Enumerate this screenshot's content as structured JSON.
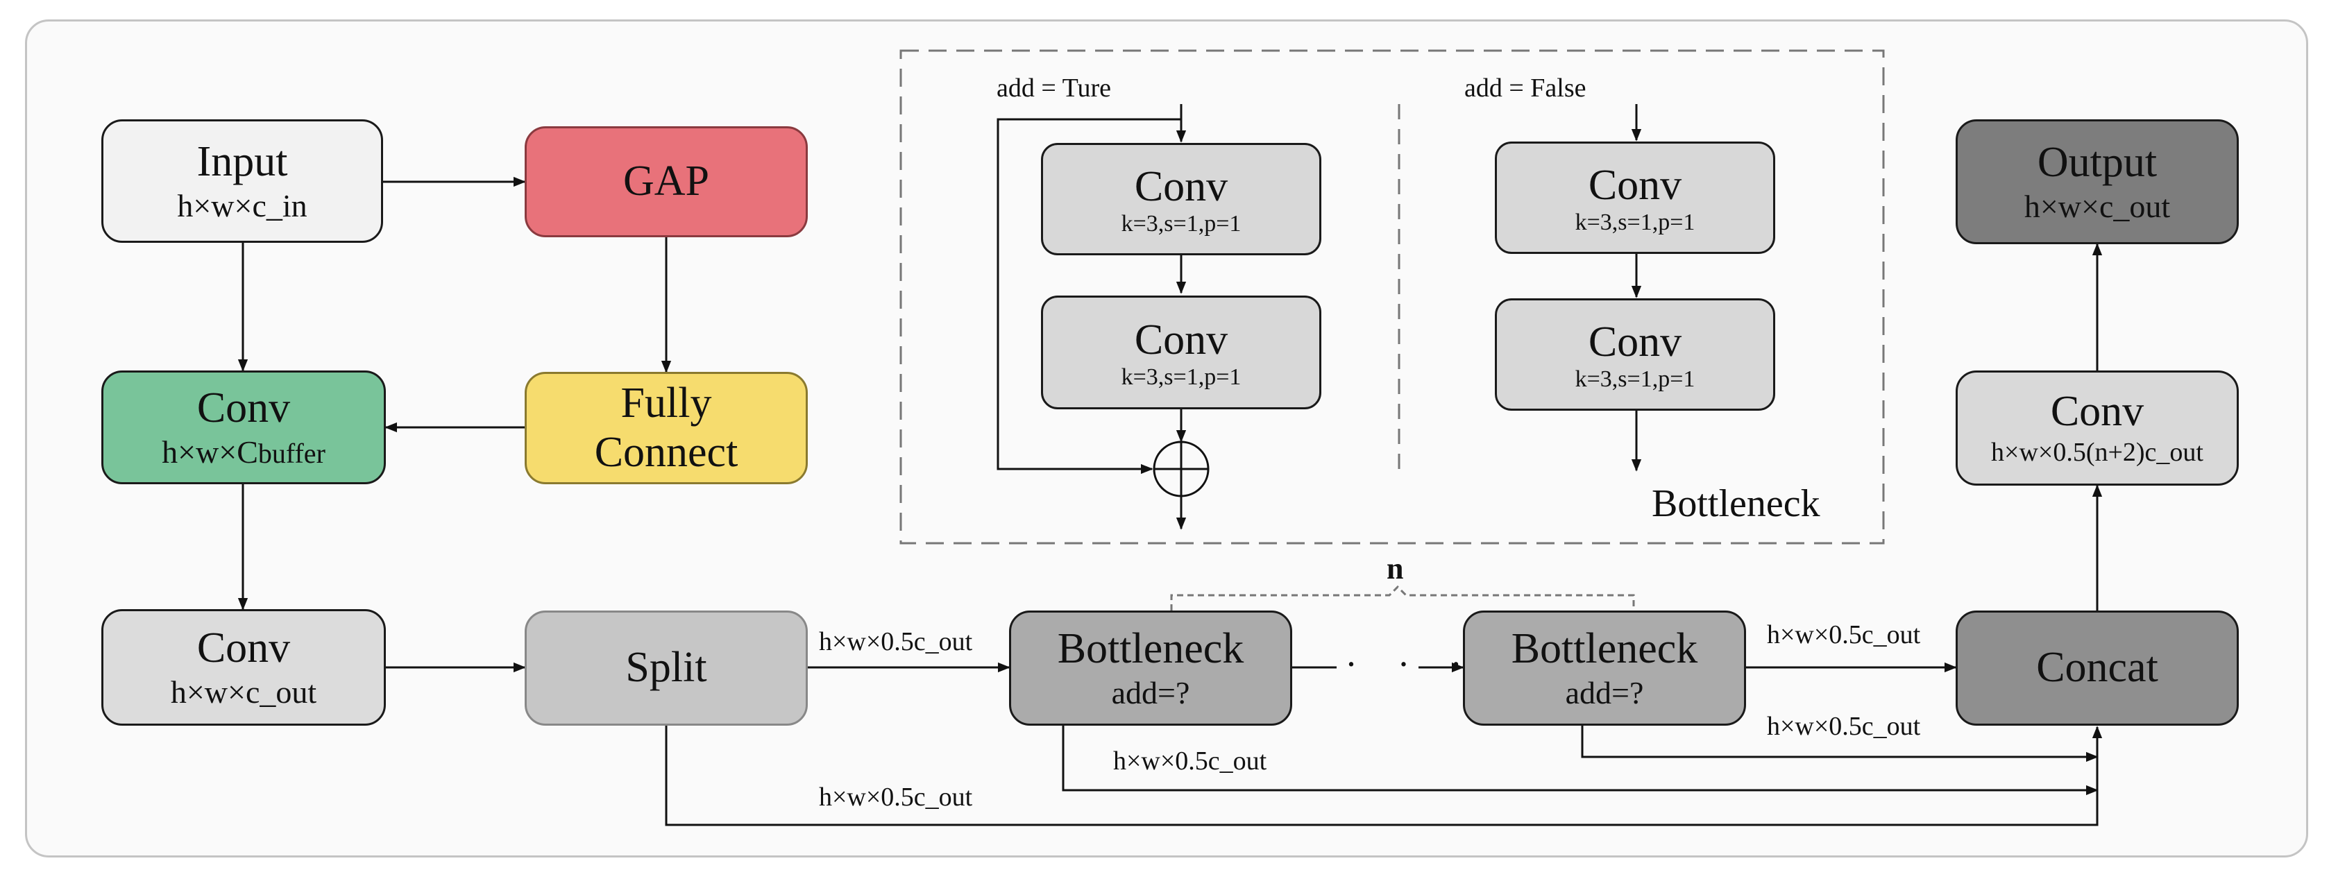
{
  "nodes": {
    "input": {
      "title": "Input",
      "sub": "h×w×c_in"
    },
    "gap": {
      "title": "GAP"
    },
    "fc": {
      "line1": "Fully",
      "line2": "Connect"
    },
    "conv_buffer": {
      "title": "Conv",
      "sub_pre": "h×w×C",
      "sub_suffix": "buffer"
    },
    "conv_out": {
      "title": "Conv",
      "sub": "h×w×c_out"
    },
    "split": {
      "title": "Split"
    },
    "bottleneck1": {
      "title": "Bottleneck",
      "sub": "add=?"
    },
    "bottleneck2": {
      "title": "Bottleneck",
      "sub": "add=?"
    },
    "concat": {
      "title": "Concat"
    },
    "conv_final": {
      "title": "Conv",
      "sub": "h×w×0.5(n+2)c_out"
    },
    "output": {
      "title": "Output",
      "sub": "h×w×c_out"
    }
  },
  "bottleneck_detail": {
    "title": "Bottleneck",
    "left": {
      "label": "add = Ture",
      "conv1": {
        "title": "Conv",
        "params": "k=3,s=1,p=1"
      },
      "conv2": {
        "title": "Conv",
        "params": "k=3,s=1,p=1"
      }
    },
    "right": {
      "label": "add = False",
      "conv1": {
        "title": "Conv",
        "params": "k=3,s=1,p=1"
      },
      "conv2": {
        "title": "Conv",
        "params": "k=3,s=1,p=1"
      }
    }
  },
  "edge_labels": {
    "split_to_b1": "h×w×0.5c_out",
    "b2_to_concat": "h×w×0.5c_out",
    "b2_skip": "h×w×0.5c_out",
    "b1_skip": "h×w×0.5c_out",
    "split_skip": "h×w×0.5c_out"
  },
  "repeat_label": "n",
  "ellipsis": "· · ·",
  "colors": {
    "input": "#f2f2f2",
    "gap": "#e8727a",
    "fc": "#f6dc6e",
    "conv_buffer": "#79c49a",
    "conv_out": "#dcdcdc",
    "split": "#c6c6c6",
    "bottleneck": "#ababab",
    "concat": "#8f8f8f",
    "conv_final": "#d9d9d9",
    "output": "#7d7d7d",
    "detail_conv": "#d8d8d8"
  }
}
